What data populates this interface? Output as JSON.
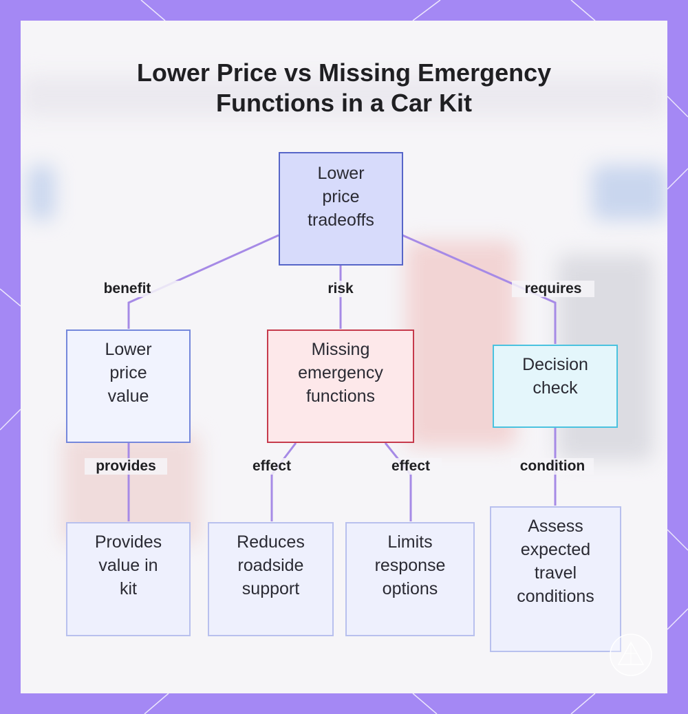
{
  "title": {
    "line1": "Lower Price vs Missing Emergency",
    "line2": "Functions in a Car Kit"
  },
  "nodes": {
    "root": {
      "lines": [
        "Lower",
        "price",
        "tradeoffs"
      ]
    },
    "value": {
      "lines": [
        "Lower",
        "price",
        "value"
      ]
    },
    "missing": {
      "lines": [
        "Missing",
        "emergency",
        "functions"
      ]
    },
    "decision": {
      "lines": [
        "Decision",
        "check"
      ]
    },
    "provides_value": {
      "lines": [
        "Provides",
        "value in",
        "kit"
      ]
    },
    "reduces": {
      "lines": [
        "Reduces",
        "roadside",
        "support"
      ]
    },
    "limits": {
      "lines": [
        "Limits",
        "response",
        "options"
      ]
    },
    "assess": {
      "lines": [
        "Assess",
        "expected",
        "travel",
        "conditions"
      ]
    }
  },
  "edges": {
    "benefit": "benefit",
    "risk": "risk",
    "requires": "requires",
    "provides": "provides",
    "effect_left": "effect",
    "effect_right": "effect",
    "condition": "condition"
  },
  "colors": {
    "frame": "#a488f4",
    "connector": "#a68ae6",
    "root_fill": "#d7dbfb",
    "risk_border": "#c63a4c",
    "check_border": "#49c2df"
  },
  "icons": {
    "watermark": "triangle-logo-icon"
  }
}
